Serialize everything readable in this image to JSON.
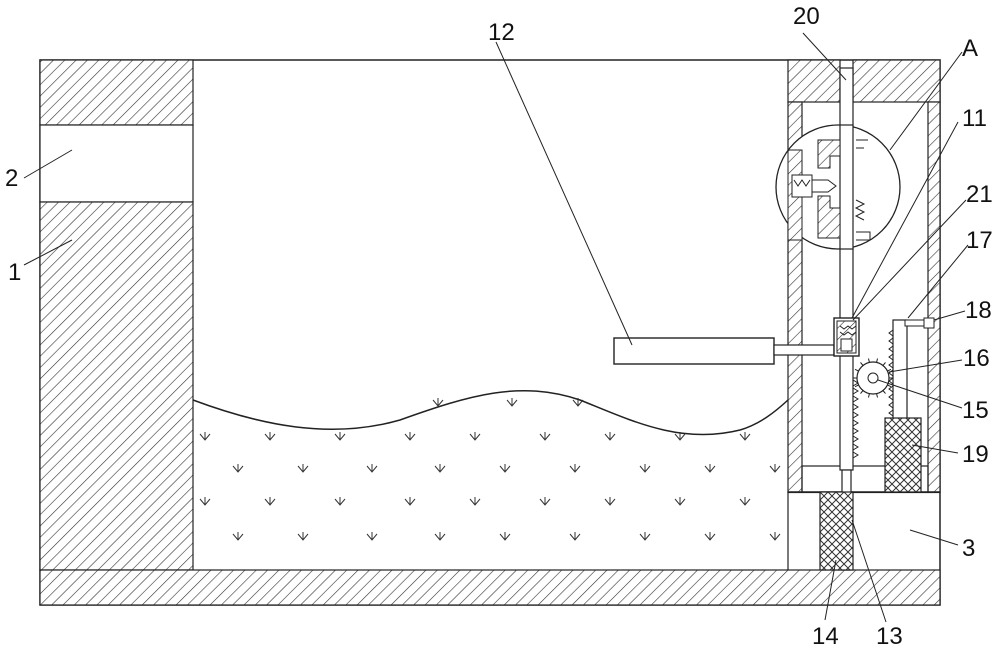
{
  "figure": {
    "labels": {
      "l1": "1",
      "l2": "2",
      "l3": "3",
      "l11": "11",
      "l12": "12",
      "l13": "13",
      "l14": "14",
      "l15": "15",
      "l16": "16",
      "l17": "17",
      "l18": "18",
      "l19": "19",
      "l20": "20",
      "l21": "21",
      "lA": "A"
    }
  }
}
